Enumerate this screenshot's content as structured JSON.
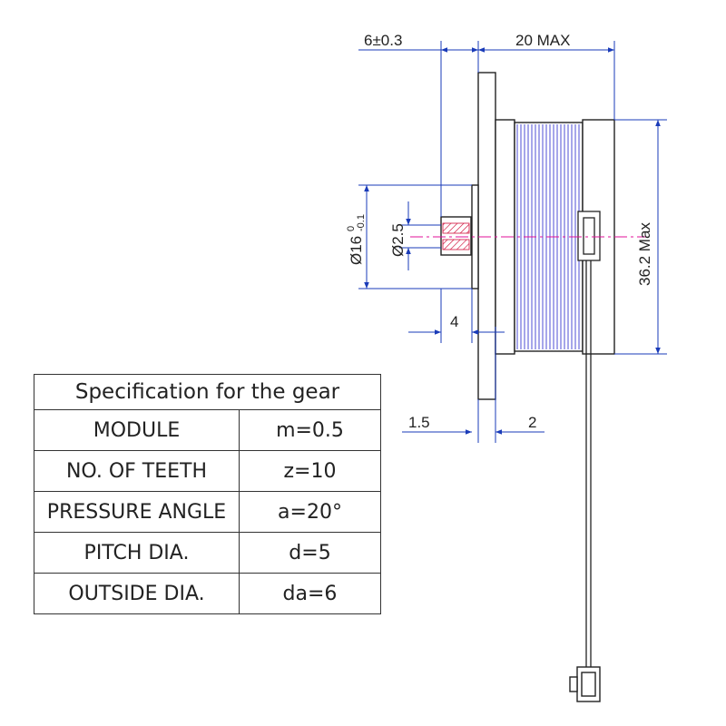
{
  "dimensions": {
    "shaft_length": "6±0.3",
    "depth": "20 MAX",
    "body_diameter": "36.2 Max",
    "hub_diameter": "Ø16",
    "hub_tolerance_upper": "0",
    "hub_tolerance_lower": "-0.1",
    "gear_diameter": "Ø2.5",
    "step": "4",
    "flange_thickness": "1.5",
    "offset": "2"
  },
  "spec_table": {
    "title": "Specification for the gear",
    "rows": [
      {
        "label": "MODULE",
        "value": "m=0.5"
      },
      {
        "label": "NO.  OF TEETH",
        "value": "z=10"
      },
      {
        "label": "PRESSURE ANGLE",
        "value": "a=20°"
      },
      {
        "label": "PITCH DIA.",
        "value": "d=5"
      },
      {
        "label": "OUTSIDE DIA.",
        "value": "da=6"
      }
    ]
  },
  "colors": {
    "dimension": "#1a3bb8",
    "outline": "#222222",
    "body_ribs": "#3a3ad0",
    "centerline": "#e0109a",
    "gear_hatch": "#d0103a"
  }
}
